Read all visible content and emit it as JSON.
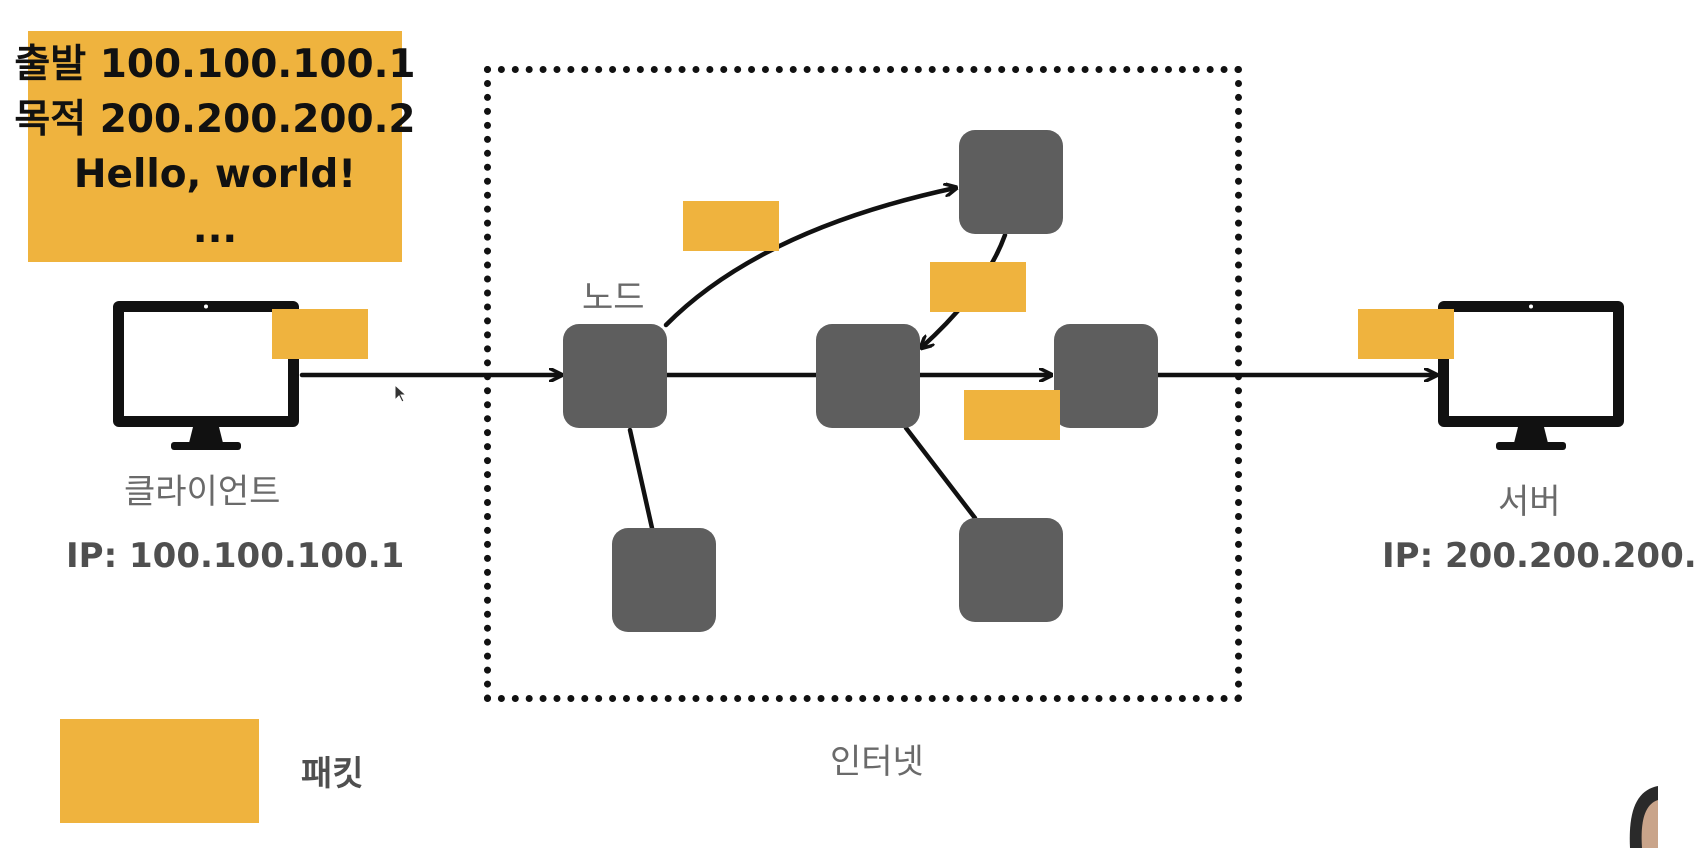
{
  "packet_header": {
    "line1": "출발 100.100.100.1",
    "line2": "목적 200.200.200.2",
    "line3": "Hello, world!",
    "line4": "..."
  },
  "labels": {
    "node": "노드",
    "client": "클라이언트",
    "client_ip": "IP: 100.100.100.1",
    "server": "서버",
    "server_ip": "IP: 200.200.200.",
    "internet": "인터넷",
    "legend_packet": "패킷"
  },
  "colors": {
    "packet": "#EFB33E",
    "node": "#5E5E5E",
    "frame": "#111111"
  },
  "icons": [
    "monitor-icon",
    "mouse-cursor-icon"
  ]
}
